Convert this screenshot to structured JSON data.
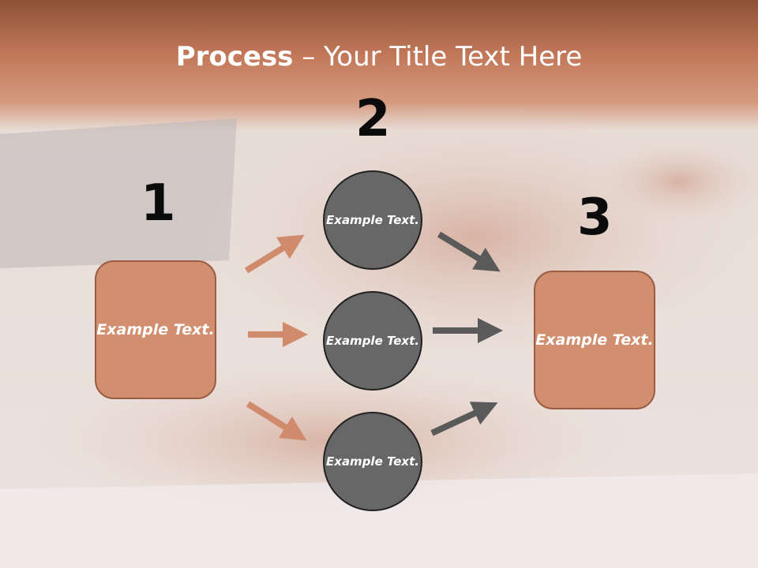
{
  "slide": {
    "title_bold": "Process",
    "title_rest": " – Your Title Text Here"
  },
  "steps": {
    "step1": {
      "number": "1",
      "text": "Example Text."
    },
    "step2": {
      "number": "2",
      "circles": [
        "Example Text.",
        "Example Text.",
        "Example Text."
      ]
    },
    "step3": {
      "number": "3",
      "text": "Example Text."
    }
  },
  "colors": {
    "header": "#c3795a",
    "box_fill": "#d28f70",
    "circle_fill": "#676767",
    "arrow_left": "#d08a6c",
    "arrow_right": "#5a5a5a"
  }
}
